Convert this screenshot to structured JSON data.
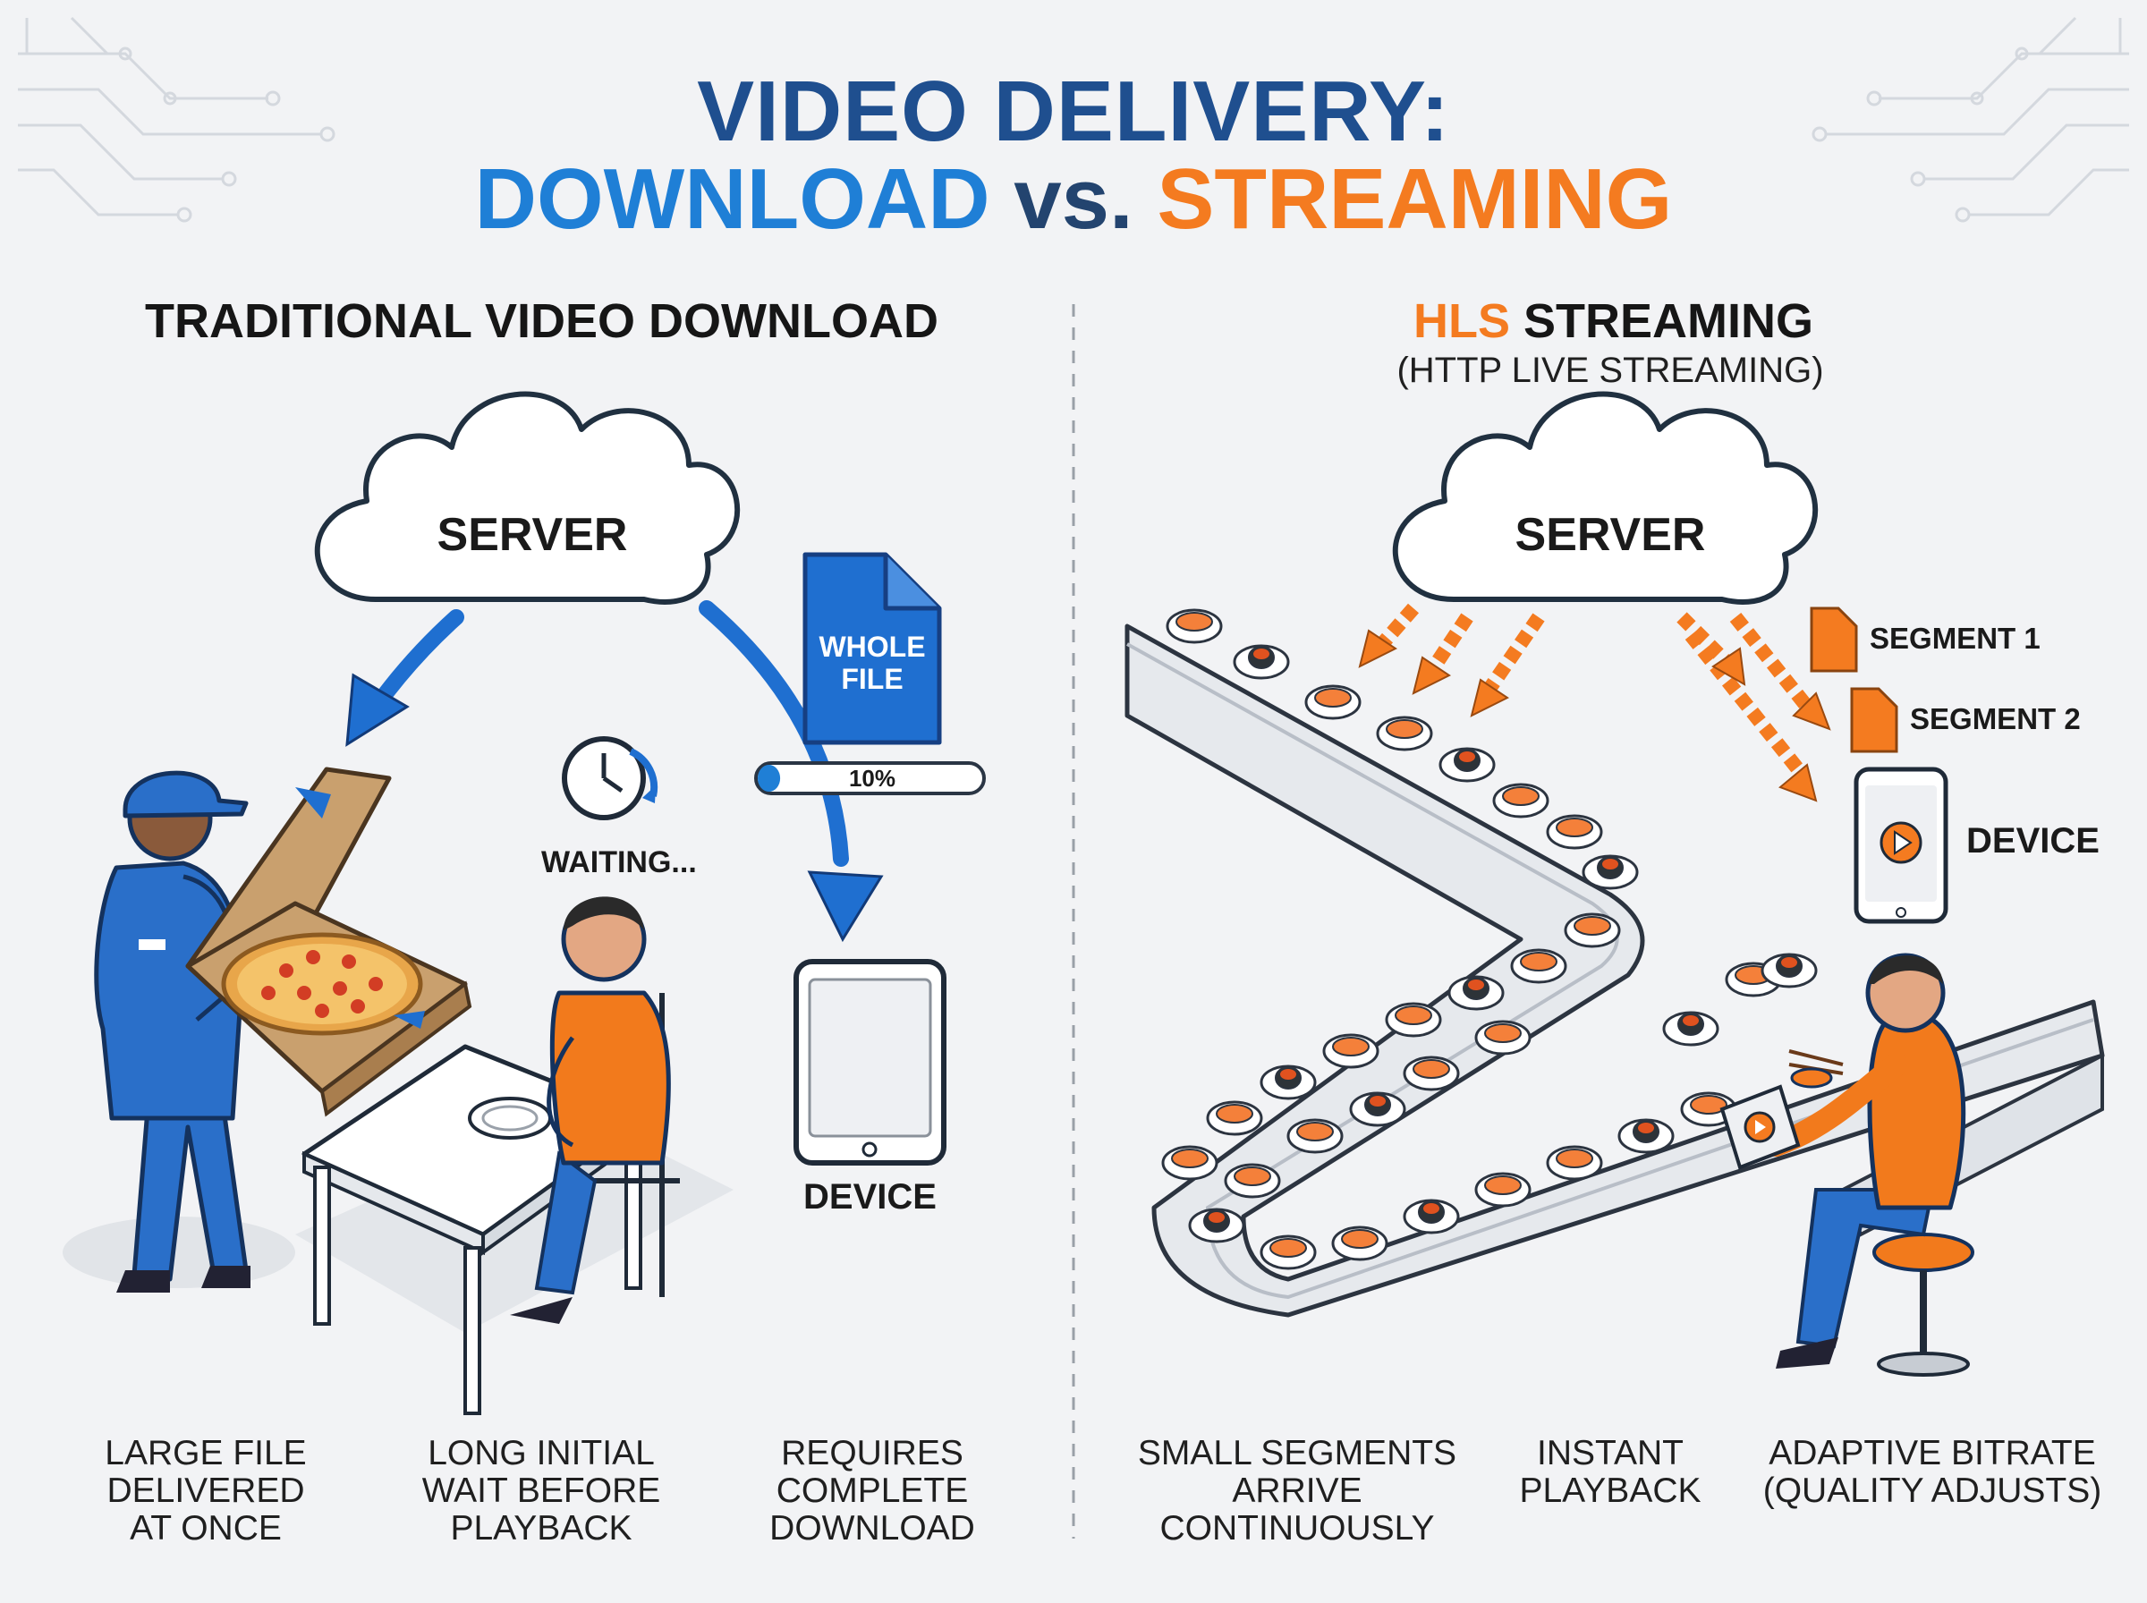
{
  "title": {
    "line1": "VIDEO DELIVERY:",
    "download_word": "DOWNLOAD",
    "vs_word": "vs.",
    "streaming_word": "STREAMING"
  },
  "left": {
    "heading": "TRADITIONAL VIDEO DOWNLOAD",
    "server_label": "SERVER",
    "file_label_line1": "WHOLE",
    "file_label_line2": "FILE",
    "progress_text": "10%",
    "progress_fraction": 0.1,
    "waiting_label": "WAITING...",
    "device_label": "DEVICE",
    "captions": [
      {
        "l1": "LARGE FILE",
        "l2": "DELIVERED",
        "l3": "AT ONCE"
      },
      {
        "l1": "LONG INITIAL",
        "l2": "WAIT BEFORE",
        "l3": "PLAYBACK"
      },
      {
        "l1": "REQUIRES",
        "l2": "COMPLETE",
        "l3": "DOWNLOAD"
      }
    ]
  },
  "right": {
    "heading_accent": "HLS",
    "heading_rest": "STREAMING",
    "subheading": "(HTTP LIVE STREAMING)",
    "server_label": "SERVER",
    "segment1": "SEGMENT 1",
    "segment2": "SEGMENT 2",
    "device_label": "DEVICE",
    "captions": [
      {
        "l1": "SMALL SEGMENTS",
        "l2": "ARRIVE",
        "l3": "CONTINUOUSLY"
      },
      {
        "l1": "INSTANT",
        "l2": "PLAYBACK",
        "l3": ""
      },
      {
        "l1": "ADAPTIVE BITRATE",
        "l2": "(QUALITY ADJUSTS)",
        "l3": ""
      }
    ]
  },
  "colors": {
    "navy": "#1f4f8f",
    "blue": "#1f7fd6",
    "orange": "#f47b20",
    "uniform_blue": "#2a6fc9",
    "shirt_orange": "#f27a1c"
  }
}
